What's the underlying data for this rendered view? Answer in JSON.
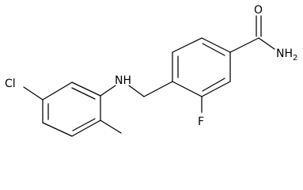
{
  "molecule": {
    "atoms": {
      "carbonyl_oxygen": "O",
      "amide_nitrogen": "NH",
      "amide_subscript": "2",
      "amine_nh": "NH",
      "fluorine": "F",
      "chlorine": "Cl"
    },
    "colors": {
      "bond": "#000000",
      "label": "#000000",
      "background": "#ffffff"
    }
  }
}
